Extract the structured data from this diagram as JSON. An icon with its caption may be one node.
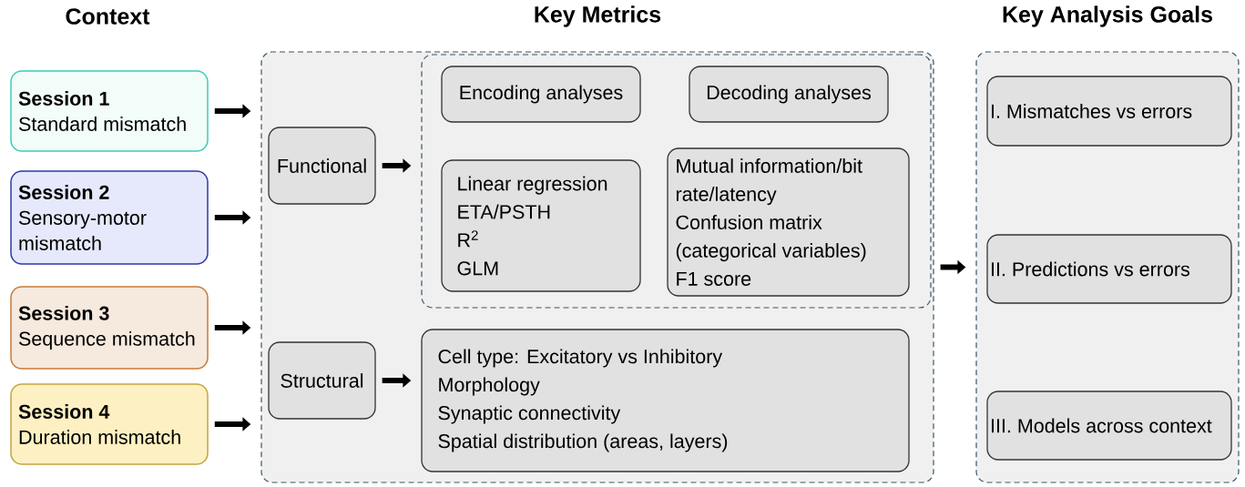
{
  "diagram": {
    "nodes": [
      {
        "text": [
          "Session 1",
          "Standard mismatch"
        ]
      },
      {
        "text": [
          "Session 2",
          "Sensory-motor mismatch"
        ]
      },
      {
        "text": [
          "Session 3",
          "Sequence mismatch"
        ]
      },
      {
        "text": [
          "Session 4",
          "Duration mismatch"
        ]
      },
      {
        "text": [
          "Key Metrics"
        ]
      },
      {
        "text": [
          "Functional"
        ],
        "in": 4
      },
      {
        "text": [],
        "shape": "box",
        "in": 4
      },
      {
        "text": [
          "Encoding analyses"
        ],
        "in": 6
      },
      {
        "text": [
          "Decoding analyses"
        ],
        "in": 6
      },
      {
        "text": [
          "Linear regression",
          "ETA/PSTH",
          "R$^{2}$",
          "GLM"
        ],
        "in": 6
      },
      {
        "text": [
          "Mutual information/bit rate/latency",
          "Confusion matrix (categorical variables)",
          "F1 score"
        ],
        "in": 6
      },
      {
        "text": [
          "Structural"
        ],
        "in": 4
      },
      {
        "text": [
          "Cell type: Excitatory vs Inhibitory",
          "Morphology",
          "Synaptic connectivity",
          "Spatial distribution (areas, layers)"
        ],
        "in": 4
      },
      {
        "text": [
          "Key Analysis Goals"
        ]
      },
      {
        "text": [
          "I. Mismatches vs errors"
        ],
        "in": 13
      },
      {
        "text": [
          "II. Predictions vs errors"
        ],
        "in": 13
      },
      {
        "text": [
          "III. Models across context"
        ],
        "in": 13
      }
    ],
    "edges": [
      {
        "from": 0,
        "to": 4,
        "arrow": "to"
      },
      {
        "from": 1,
        "to": 4,
        "arrow": "to"
      },
      {
        "from": 2,
        "to": 4,
        "arrow": "to"
      },
      {
        "from": 3,
        "to": 4,
        "arrow": "to"
      },
      {
        "from": 5,
        "to": 6,
        "arrow": "to"
      },
      {
        "from": 11,
        "to": 12,
        "arrow": "to"
      },
      {
        "from": 4,
        "to": 13,
        "arrow": "to"
      }
    ],
    "labels": [
      "Context"
    ]
  }
}
